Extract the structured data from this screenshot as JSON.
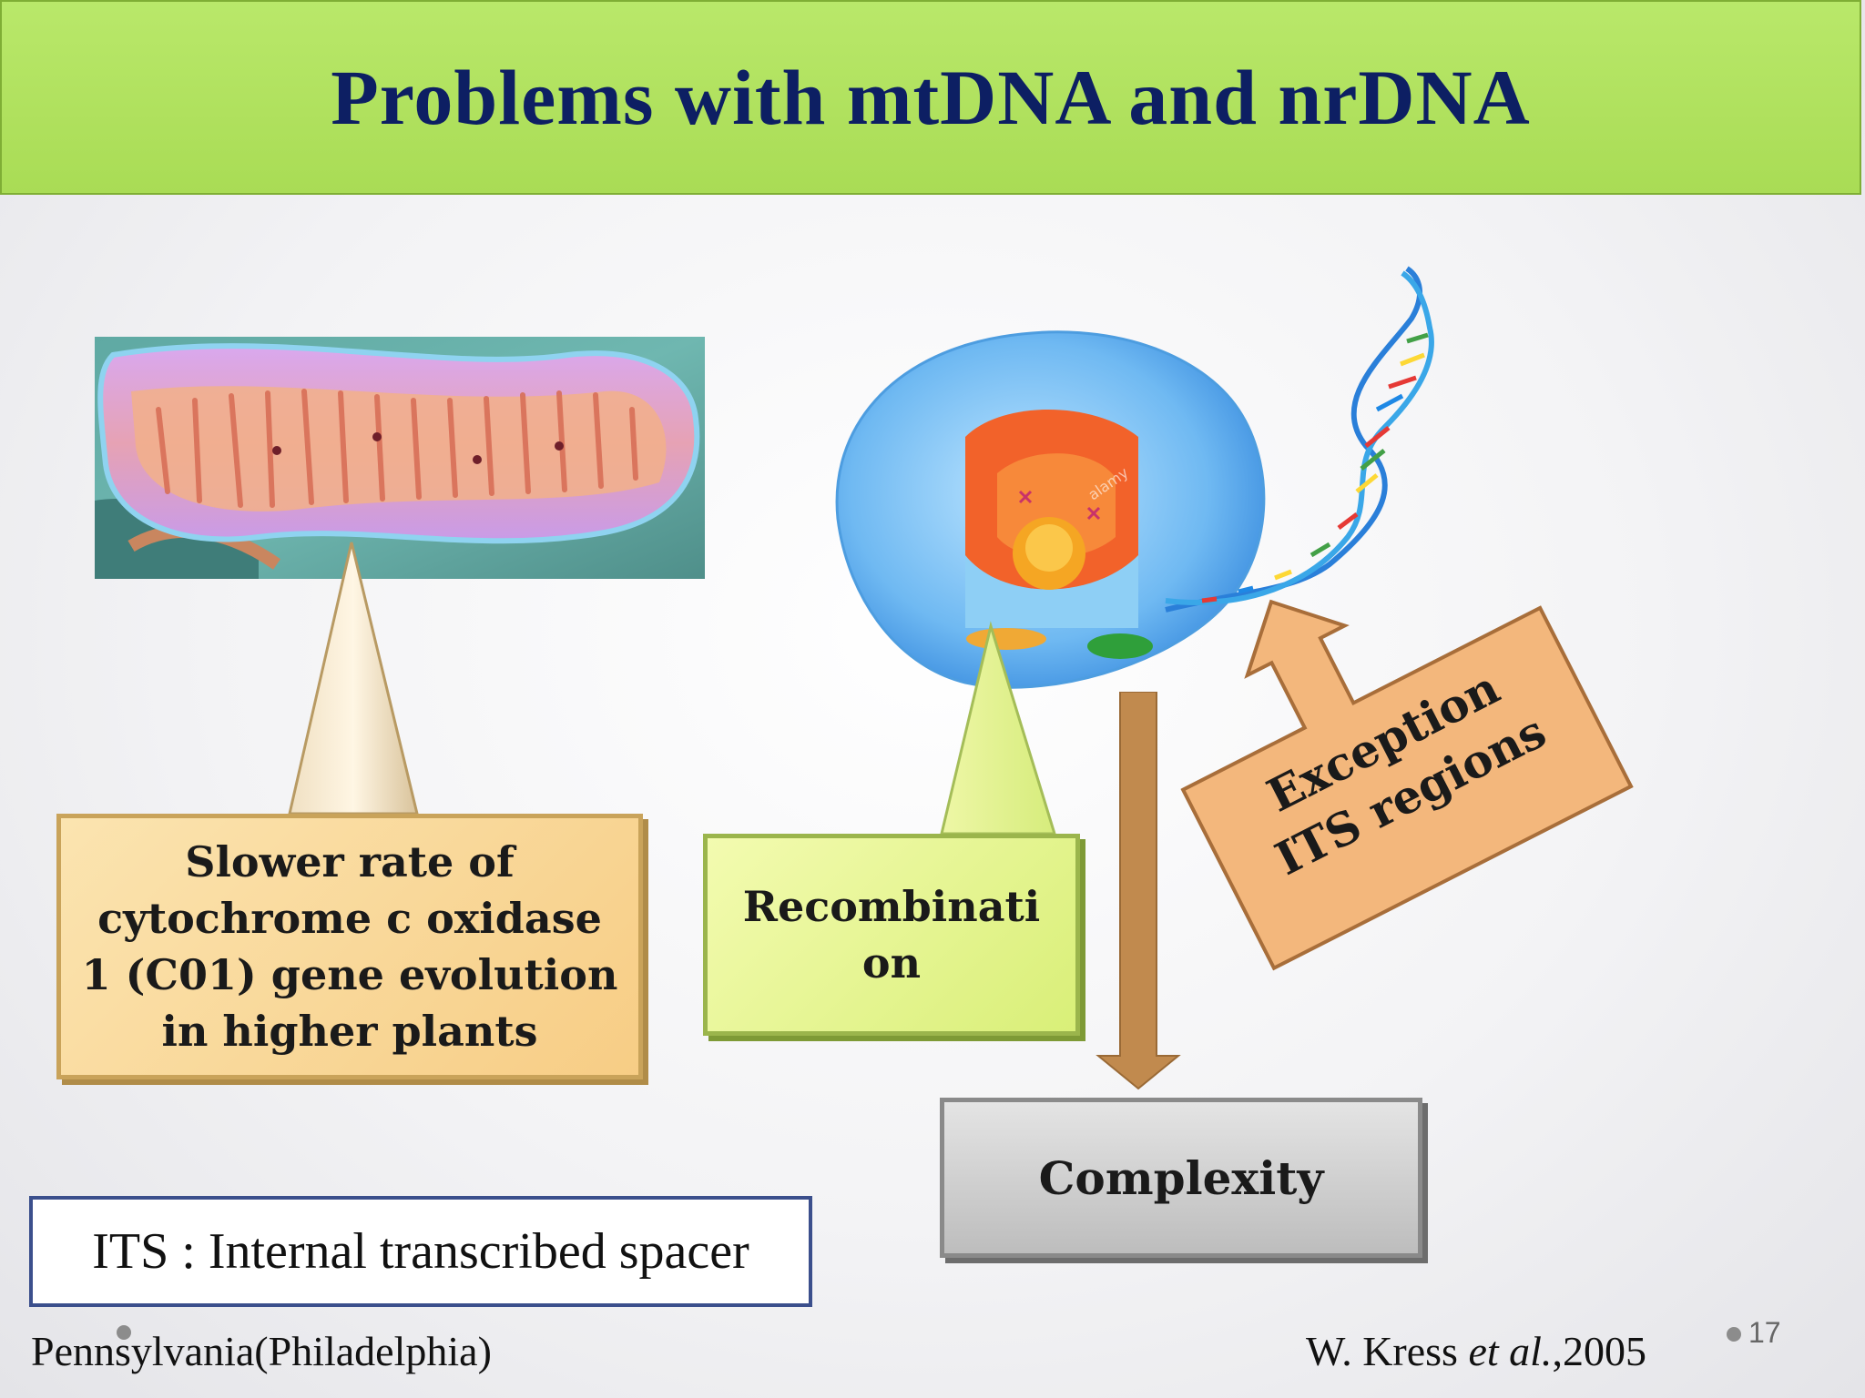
{
  "title": "Problems with mtDNA  and nrDNA",
  "boxes": {
    "cox1_text": "Slower rate of cytochrome c oxidase 1 (C01) gene evolution in higher plants",
    "recombination_text": "Recombinati on",
    "complexity_text": "Complexity",
    "exception_line1": "Exception",
    "exception_line2": "ITS regions"
  },
  "watermark": "alamy",
  "legend": "ITS : Internal transcribed spacer",
  "footer": {
    "location": "Pennsylvania(Philadelphia)",
    "citation_author": "W. Kress ",
    "citation_etal": "et al.",
    "citation_year": ",2005"
  },
  "page_number": "17",
  "colors": {
    "title_bar": "#b1e35f",
    "title_text": "#0d1f63",
    "orange_box": "#f9d796",
    "green_box": "#e6f494",
    "gray_box": "#cfcfcf",
    "arrow_brown": "#c18a4e",
    "exception_arrow": "#f3b77c"
  }
}
